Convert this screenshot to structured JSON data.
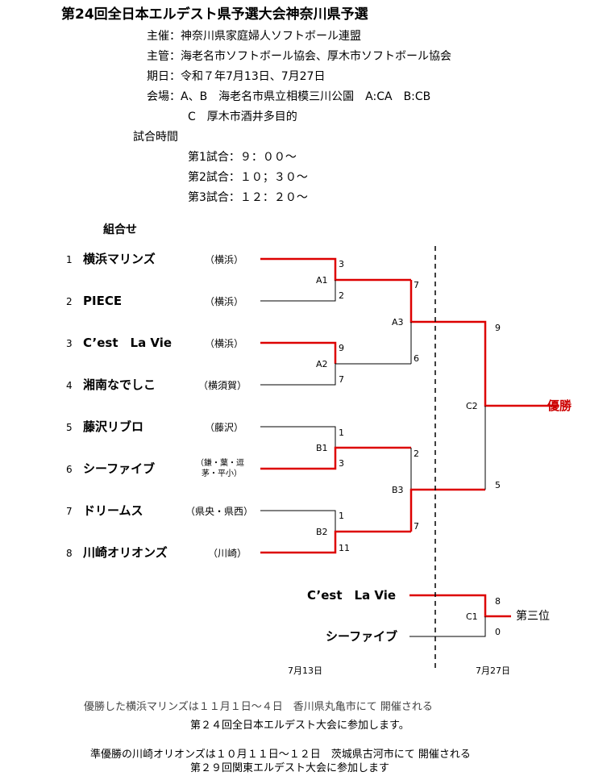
{
  "header": {
    "title": "第24回全日本エルデスト県予選大会神奈川県予選",
    "organizer": "主催：神奈川県家庭婦人ソフトボール連盟",
    "manager": "主管：海老名市ソフトボール協会、厚木市ソフトボール協会",
    "dates": "期日：令和７年7月13日、7月27日",
    "venue1": "会場：A、B　海老名市県立相模三川公園　A:CA　B:CB",
    "venue2": "C　厚木市酒井多目的",
    "times_label": "試合時間",
    "time1": "第1試合：９：００～",
    "time2": "第2試合：１０；３０～",
    "time3": "第3試合：１２：２０～"
  },
  "bracket": {
    "heading": "組合せ",
    "teams": [
      {
        "num": "1",
        "name": "横浜マリンズ",
        "region": "（横浜）"
      },
      {
        "num": "2",
        "name": "PIECE",
        "region": "（横浜）"
      },
      {
        "num": "3",
        "name": "C’est　La Vie",
        "region": "（横浜）"
      },
      {
        "num": "4",
        "name": "湘南なでしこ",
        "region": "（横須賀）"
      },
      {
        "num": "5",
        "name": "藤沢リブロ",
        "region": "（藤沢）"
      },
      {
        "num": "6",
        "name": "シーファイブ",
        "region_line1": "（鎌・葉・逗",
        "region_line2": "茅・平小）"
      },
      {
        "num": "7",
        "name": "ドリームス",
        "region": "（県央・県西）"
      },
      {
        "num": "8",
        "name": "川崎オリオンズ",
        "region": "（川崎）"
      }
    ],
    "matches": [
      {
        "label": "A1",
        "top_score": "3",
        "bottom_score": "2"
      },
      {
        "label": "A2",
        "top_score": "9",
        "bottom_score": "7"
      },
      {
        "label": "B1",
        "top_score": "1",
        "bottom_score": "3"
      },
      {
        "label": "B2",
        "top_score": "1",
        "bottom_score": "11"
      },
      {
        "label": "A3",
        "top_score": "7",
        "bottom_score": "6"
      },
      {
        "label": "B3",
        "top_score": "2",
        "bottom_score": "7"
      },
      {
        "label": "C2",
        "top_score": "9",
        "bottom_score": "5"
      },
      {
        "label": "C1",
        "top_score": "8",
        "bottom_score": "0"
      }
    ],
    "champion_label": "優勝",
    "third_place": {
      "team_top": "C’est　La Vie",
      "team_bottom": "シーファイブ",
      "result_label": "第三位"
    },
    "date_left": "7月13日",
    "date_right": "7月27日",
    "colors": {
      "winner_line": "#dd0000",
      "loser_line": "#000000"
    }
  },
  "footer": {
    "line1": "優勝した横浜マリンズは１１月１日～４日　香川県丸亀市にて 開催される",
    "line2": "第２４回全日本エルデスト大会に参加します。",
    "line3": "準優勝の川崎オリオンズは１０月１１日～１２日　茨城県古河市にて 開催される",
    "line4": "第２９回関東エルデスト大会に参加します"
  }
}
